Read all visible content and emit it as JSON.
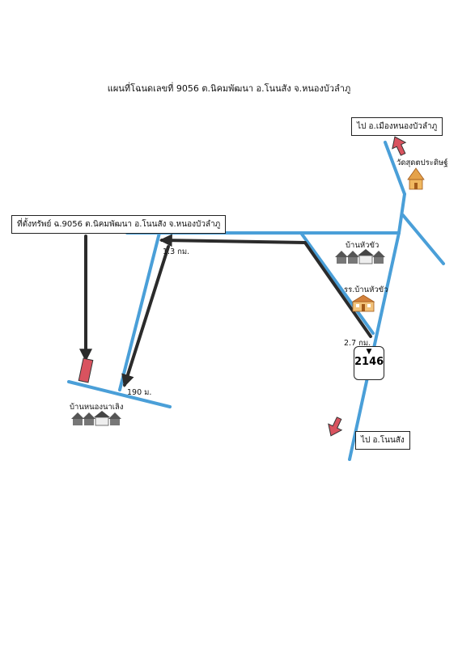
{
  "title": "แผนที่โฉนดเลขที่ 9056 ต.นิคมพัฒนา อ.โนนสัง จ.หนองบัวลำภู",
  "labels": {
    "to_city": "ไป อ.เมืองหนองบัวลำภู",
    "to_nonsang": "ไป อ.โนนสัง",
    "property": "ที่ตั้งทรัพย์ ฉ.9056 ต.นิคมพัฒนา อ.โนนสัง จ.หนองบัวลำภู",
    "temple": "วัดสุดตประดิษฐ์",
    "ban_hua_chua": "บ้านหัวขัว",
    "school": "รร.บ้านหัวขัว",
    "ban_nong_na_loeng": "บ้านหนองนาเลิง",
    "dist_13": "1.3 กม.",
    "dist_27": "2.7 กม.",
    "dist_190": "190 ม.",
    "highway": "2146"
  },
  "colors": {
    "road": "#4a9fd8",
    "route_arrow": "#2b2b2b",
    "direction_arrow": "#d9535f",
    "marker": "#d9535f"
  },
  "icons": {
    "temple": "temple-icon",
    "school": "school-icon",
    "village": "village-houses-icon"
  }
}
